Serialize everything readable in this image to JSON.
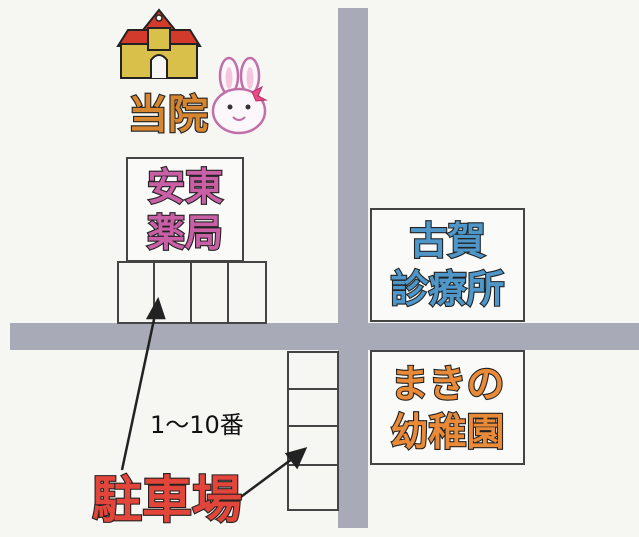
{
  "hospital": {
    "label": "当院",
    "icon": "school-building-icon",
    "mascot": "bunny-mascot-icon",
    "color": "#d8852f"
  },
  "pharmacy": {
    "line1": "安東",
    "line2": "薬局",
    "color": "#c95fa5"
  },
  "clinic": {
    "line1": "古賀",
    "line2": "診療所",
    "color": "#4f97c9"
  },
  "kindergarten": {
    "line1": "まきの",
    "line2": "幼稚園",
    "color": "#e98a38"
  },
  "parking": {
    "label": "駐車場",
    "spaces_label": "1～10番",
    "color": "#e2463b"
  },
  "road_color": "#a8aab7"
}
